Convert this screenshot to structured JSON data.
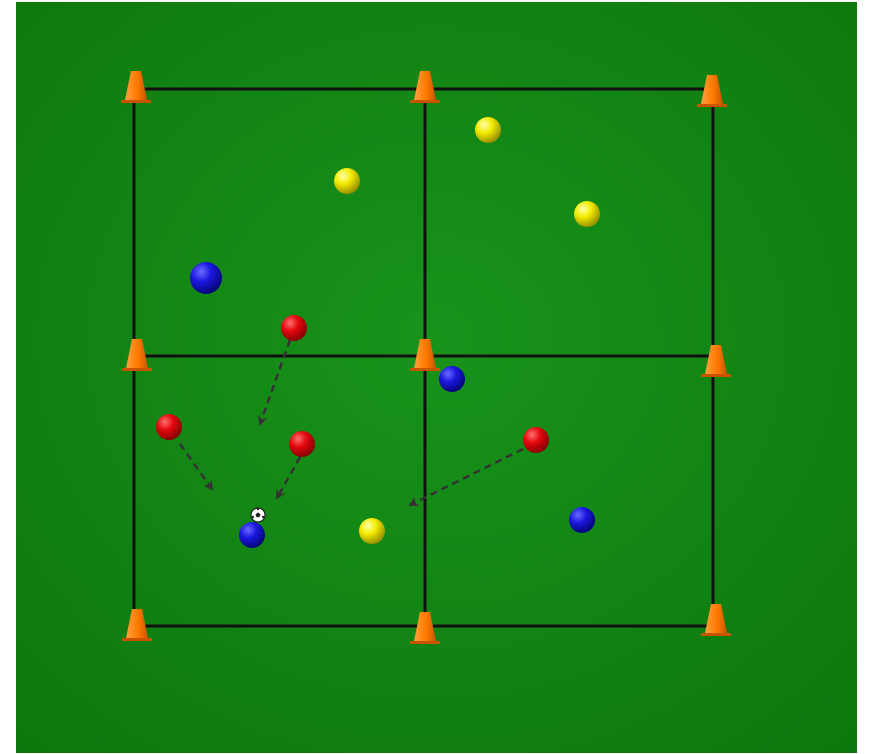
{
  "colors": {
    "background": "#ffffff",
    "pitch": "#138a13",
    "pitch_dark": "#0b6f0b",
    "grid_lines": "#111111",
    "cone": "#ff7a00",
    "cone_dark": "#c85400",
    "team_red": "#e4080f",
    "team_blue": "#1a18e0",
    "team_yellow": "#f4ec00",
    "pass_arrow": "#333333"
  },
  "diagram": {
    "grid": "2x2",
    "cone_count": 9,
    "players": {
      "red": 4,
      "blue": 4,
      "yellow": 4
    },
    "ball_count": 1,
    "arrow_style": "dashed"
  }
}
